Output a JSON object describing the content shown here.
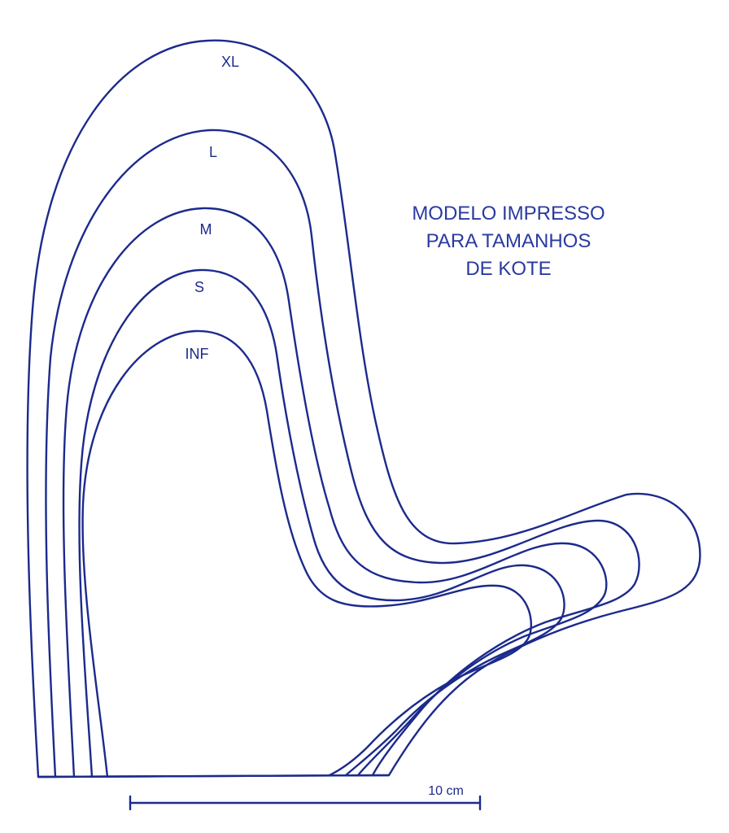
{
  "title": {
    "lines": [
      "MODELO IMPRESSO",
      "PARA TAMANHOS",
      "DE KOTE"
    ]
  },
  "sizes": [
    {
      "label": "XL"
    },
    {
      "label": "L"
    },
    {
      "label": "M"
    },
    {
      "label": "S"
    },
    {
      "label": "INF"
    }
  ],
  "scale": {
    "label": "10 cm"
  },
  "colors": {
    "line": "#1c2a8c",
    "text": "#2a3aa0",
    "background": "#ffffff"
  }
}
